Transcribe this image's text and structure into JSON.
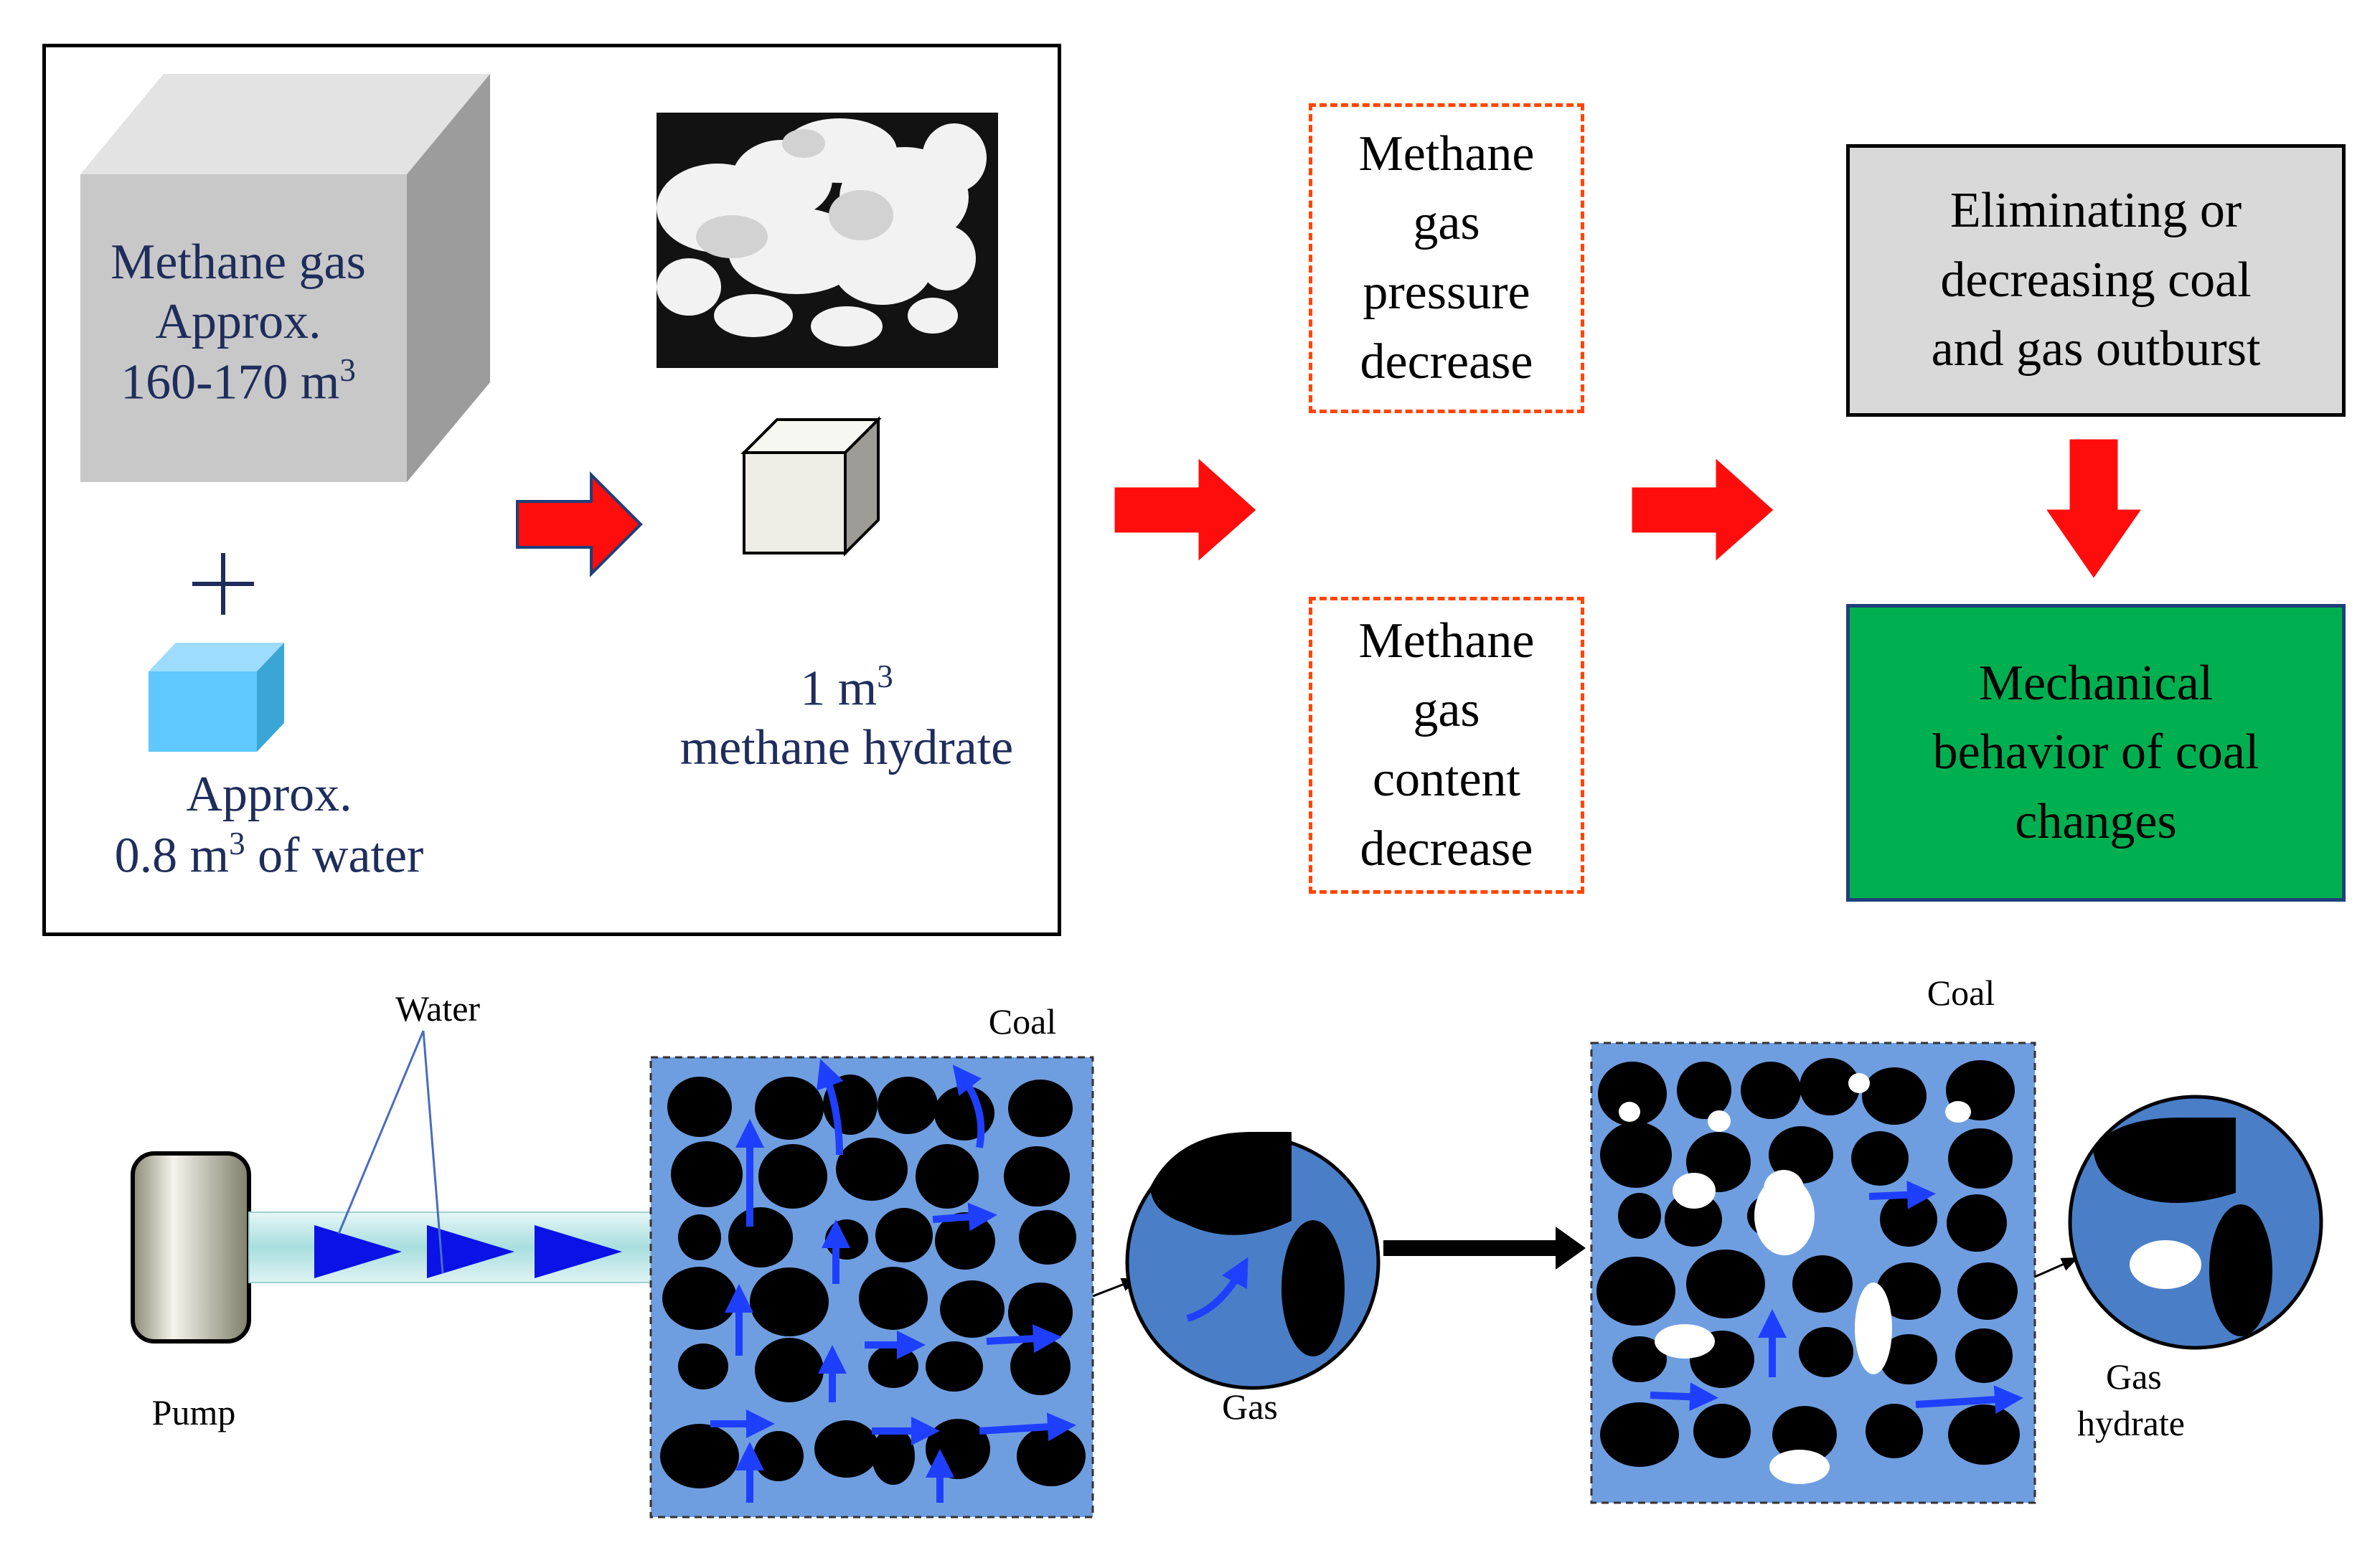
{
  "top_panel": {
    "gas_cube": {
      "line1": "Methane gas",
      "line2": "Approx.",
      "line3": "160-170 m",
      "sup": "3"
    },
    "plus": "+",
    "water_cube": {
      "line1": "Approx.",
      "line2_pre": "0.8 m",
      "sup": "3",
      "line2_post": " of water"
    },
    "hydrate": {
      "line1_pre": "1 m",
      "sup": "3",
      "line2": "methane hydrate"
    }
  },
  "effects": {
    "pressure": [
      "Methane",
      "gas",
      "pressure",
      "decrease"
    ],
    "content": [
      "Methane",
      "gas",
      "content",
      "decrease"
    ]
  },
  "outcomes": {
    "outburst": [
      "Eliminating or",
      "decreasing coal",
      "and gas outburst"
    ],
    "mechanical": [
      "Mechanical",
      "behavior of coal",
      "changes"
    ]
  },
  "bottom_panel": {
    "water_label": "Water",
    "pump_label": "Pump",
    "coal_label_left": "Coal",
    "coal_label_right": "Coal",
    "gas_label": "Gas",
    "hydrate_label": [
      "Gas",
      "hydrate"
    ]
  },
  "colors": {
    "arrow_red": "#ff0d0d",
    "arrow_red_edge": "#1f3f7a",
    "dashed_box": "#ff4500",
    "gray_box": "#d9d9d9",
    "green_box": "#00b050",
    "green_box_edge": "#1f3f7a",
    "coal_bg": "#6f9ee0",
    "coal_grain": "#000000",
    "flow_arrow": "#1f3fff",
    "zoom_circle": "#4a7fc8",
    "text_navy": "#1f2d5c",
    "water_cube": "#5ec8ff"
  }
}
